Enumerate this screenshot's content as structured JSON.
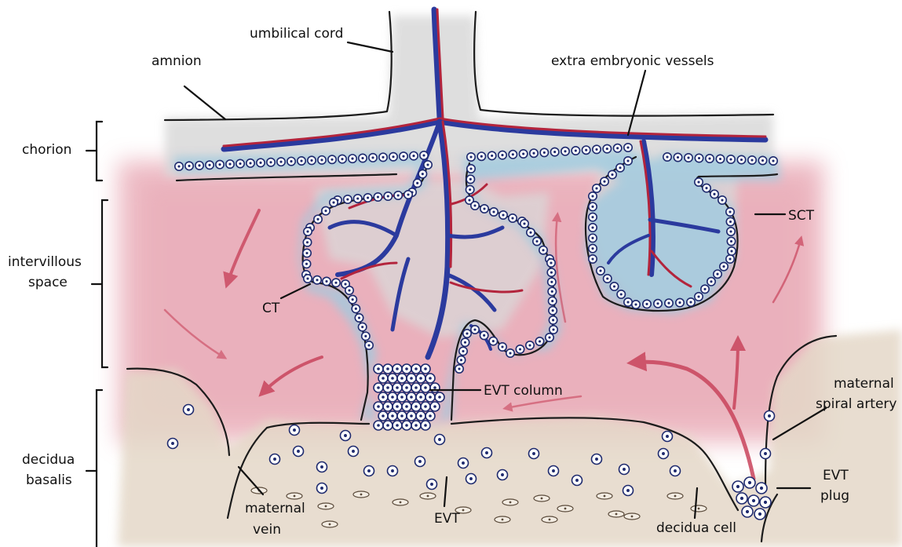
{
  "labels": {
    "amnion": "amnion",
    "umbilical_cord": "umbilical cord",
    "extra_embryonic_vessels": "extra embryonic vessels",
    "chorion": "chorion",
    "intervillous_space_1": "intervillous",
    "intervillous_space_2": "space",
    "sct": "SCT",
    "ct": "CT",
    "evt_column": "EVT column",
    "maternal_spiral_artery_1": "maternal",
    "maternal_spiral_artery_2": "spiral artery",
    "decidua_basalis_1": "decidua",
    "decidua_basalis_2": "basalis",
    "evt_plug_1": "EVT",
    "evt_plug_2": "plug",
    "maternal_vein_1": "maternal",
    "maternal_vein_2": "vein",
    "evt": "EVT",
    "decidua_cell": "decidua cell"
  },
  "colors": {
    "maternal_blood": "#e8a7b4",
    "chorion_tissue": "#d9d9d9",
    "trophoblast": "#9fcbe0",
    "decidua": "#e4d8c8",
    "artery_red": "#b3243c",
    "vein_blue": "#2b3a9e",
    "flow_arrow": "#c9445c"
  }
}
